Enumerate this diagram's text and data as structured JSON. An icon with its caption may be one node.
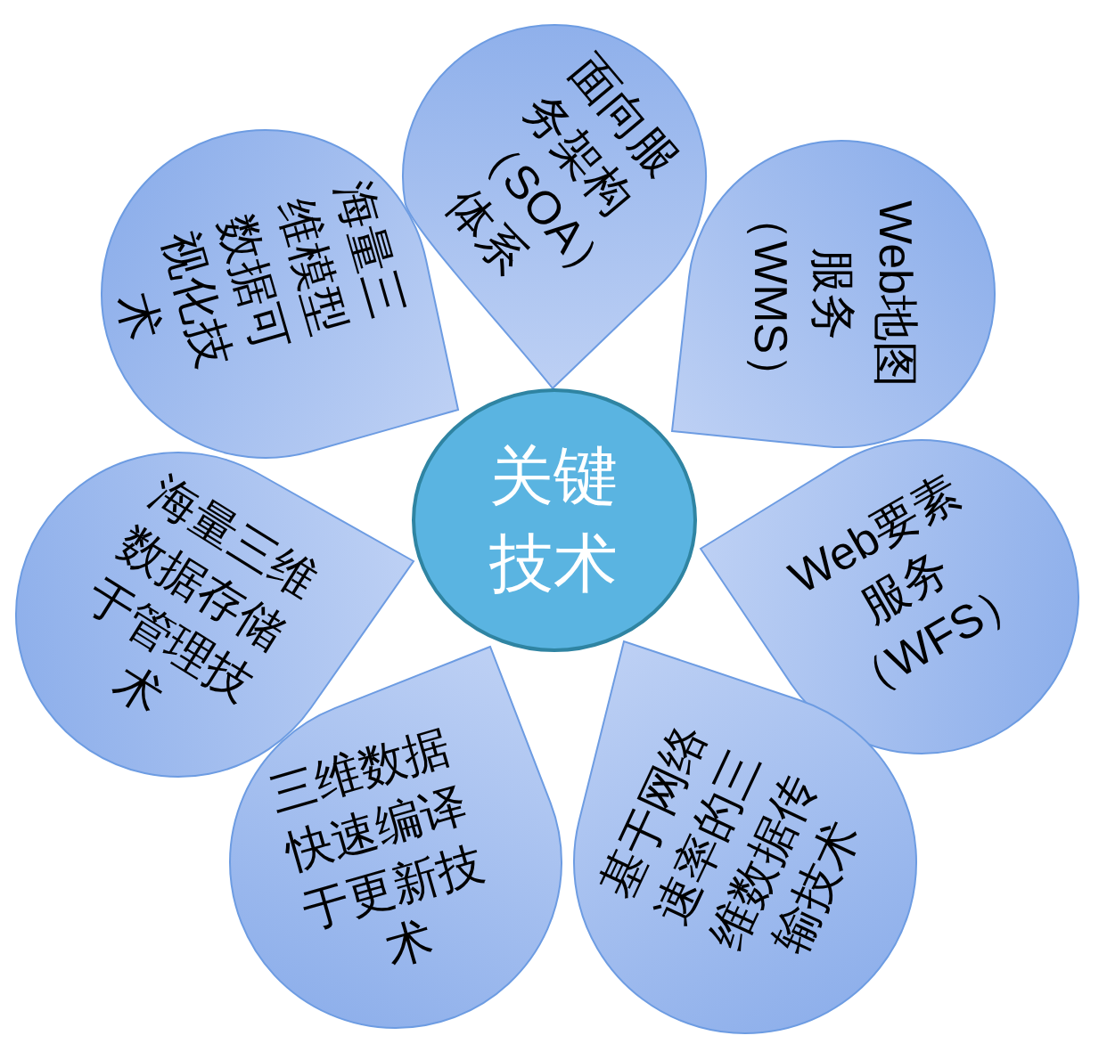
{
  "diagram": {
    "nodes": [
      {
        "text": [
          "关键技术"
        ]
      },
      {
        "text": [
          "面向服务架构（SOA）体系"
        ]
      },
      {
        "text": [
          "Web地图服务（WMS）"
        ]
      },
      {
        "text": [
          "Web要素服务（WFS）"
        ]
      },
      {
        "text": [
          "基于网络速率的三维数据传输技术"
        ]
      },
      {
        "text": [
          "三维数据快速编译于更新技术"
        ]
      },
      {
        "text": [
          "海量三维数据存储于管理技术"
        ]
      },
      {
        "text": [
          "海量三维模型数据可视化技术"
        ]
      }
    ]
  }
}
